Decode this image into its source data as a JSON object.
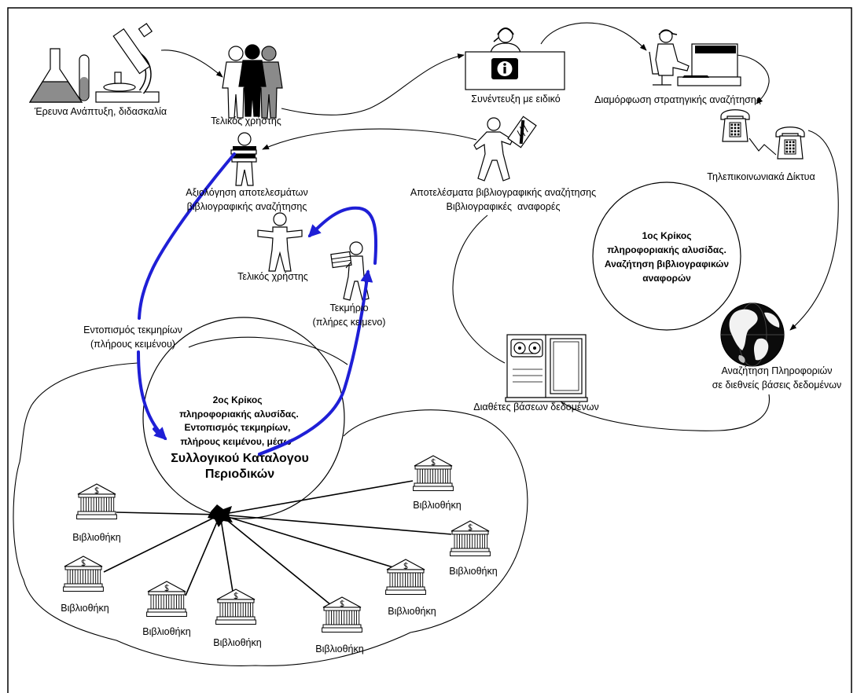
{
  "diagram": {
    "research": "Έρευνα Ανάπτυξη, διδασκαλία",
    "end_user_top": "Τελικός χρήστης",
    "interview": "Συνέντευξη με ειδικό",
    "strategy": "Διαμόρφωση στρατηγικής αναζήτησης",
    "telecom": "Τηλεπικοινωνιακά Δίκτυα",
    "results": [
      "Αποτελέσματα βιβλιογραφικής αναζήτησης",
      "Βιβλιογραφικές  αναφορές"
    ],
    "evaluation": [
      "Αξιολόγηση αποτελεσμάτων",
      "βιβλιογραφικής αναζήτησης"
    ],
    "end_user_middle": "Τελικός χρήστης",
    "document": [
      "Τεκμήριο",
      "(πλήρες κειμενο)"
    ],
    "locate": [
      "Εντοπισμός τεκμηρίων",
      "(πλήρους κειμένου)"
    ],
    "intl_search": [
      "Αναζήτηση Πληροφοριών",
      "σε διεθνείς βάσεις δεδομένων"
    ],
    "db_providers": "Διαθέτες βάσεων δεδομένων"
  },
  "link1": [
    "1ος Κρίκος",
    "πληροφοριακής αλυσίδας.",
    "Αναζήτηση βιβλιογραφικών",
    "αναφορών"
  ],
  "link2": [
    "2ος Κρίκος",
    "πληροφοριακής αλυσίδας.",
    "Εντοπισμός τεκμηρίων,",
    "πλήρους κειμένου, μέσω",
    "Συλλογικού Καταλογου",
    "Περιοδικών"
  ],
  "libraries": [
    "Βιβλιοθήκη",
    "Βιβλιοθήκη",
    "Βιβλιοθήκη",
    "Βιβλιοθήκη",
    "Βιβλιοθήκη",
    "Βιβλιοθήκη",
    "Βιβλιοθήκη",
    "Βιβλιοθήκη"
  ],
  "icons": [
    "lab-flask-icon",
    "microscope-icon",
    "end-users-group-icon",
    "interview-desk-icon",
    "info-sign-icon",
    "computer-operator-icon",
    "telephone-icon",
    "document-carrier-icon",
    "book-stack-person-icon",
    "end-user-icon",
    "globe-icon",
    "database-server-icon",
    "network-hub-icon",
    "library-icon"
  ],
  "colors": {
    "line": "#000000",
    "flow_arrow": "#1f1fd6",
    "figure_gray": "#808080"
  }
}
